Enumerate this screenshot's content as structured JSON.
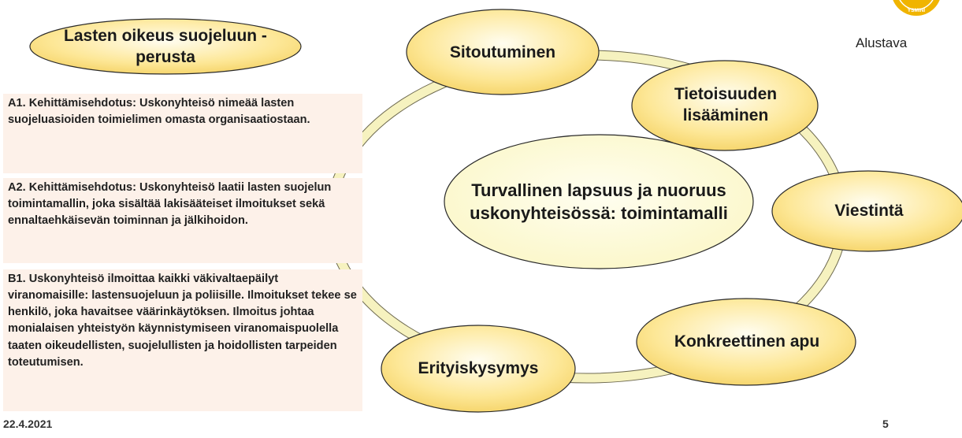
{
  "title_ellipse": "Lasten oikeus suojeluun - perusta",
  "note": "Alustava",
  "center": "Turvallinen lapsuus ja nuoruus uskonyhteisössä: toimintamalli",
  "cycle": [
    "Sitoutuminen",
    "Tietoisuuden lisääminen",
    "Viestintä",
    "Konkreettinen apu",
    "Erityiskysymys"
  ],
  "boxes": {
    "a1": "A1. Kehittämisehdotus: Uskonyhteisö nimeää lasten suojeluasioiden toimielimen omasta organisaatiostaan.",
    "a2": "A2. Kehittämisehdotus: Uskonyhteisö laatii lasten suojelun toimintamallin, joka sisältää lakisääteiset ilmoitukset sekä ennaltaehkäisevän toiminnan ja jälkihoidon.",
    "b1": "B1. Uskonyhteisö ilmoittaa kaikki väkivaltaepäilyt viranomaisille: lastensuojeluun ja poliisille. Ilmoitukset tekee se henkilö, joka havaitsee väärinkäytöksen. Ilmoitus johtaa monialaisen yhteistyön käynnistymiseen viranomaispuolella taaten oikeudellisten, suojelullisten ja hoidollisten tarpeiden toteutumisen."
  },
  "footer": {
    "date": "22.4.2021",
    "page": "5"
  },
  "colors": {
    "ellipse_fill": "#fde796",
    "ellipse_stroke": "#2a2a2a",
    "ring": "#f6f2bf",
    "box": "#fdf1e9",
    "seal": "#f0b400"
  }
}
